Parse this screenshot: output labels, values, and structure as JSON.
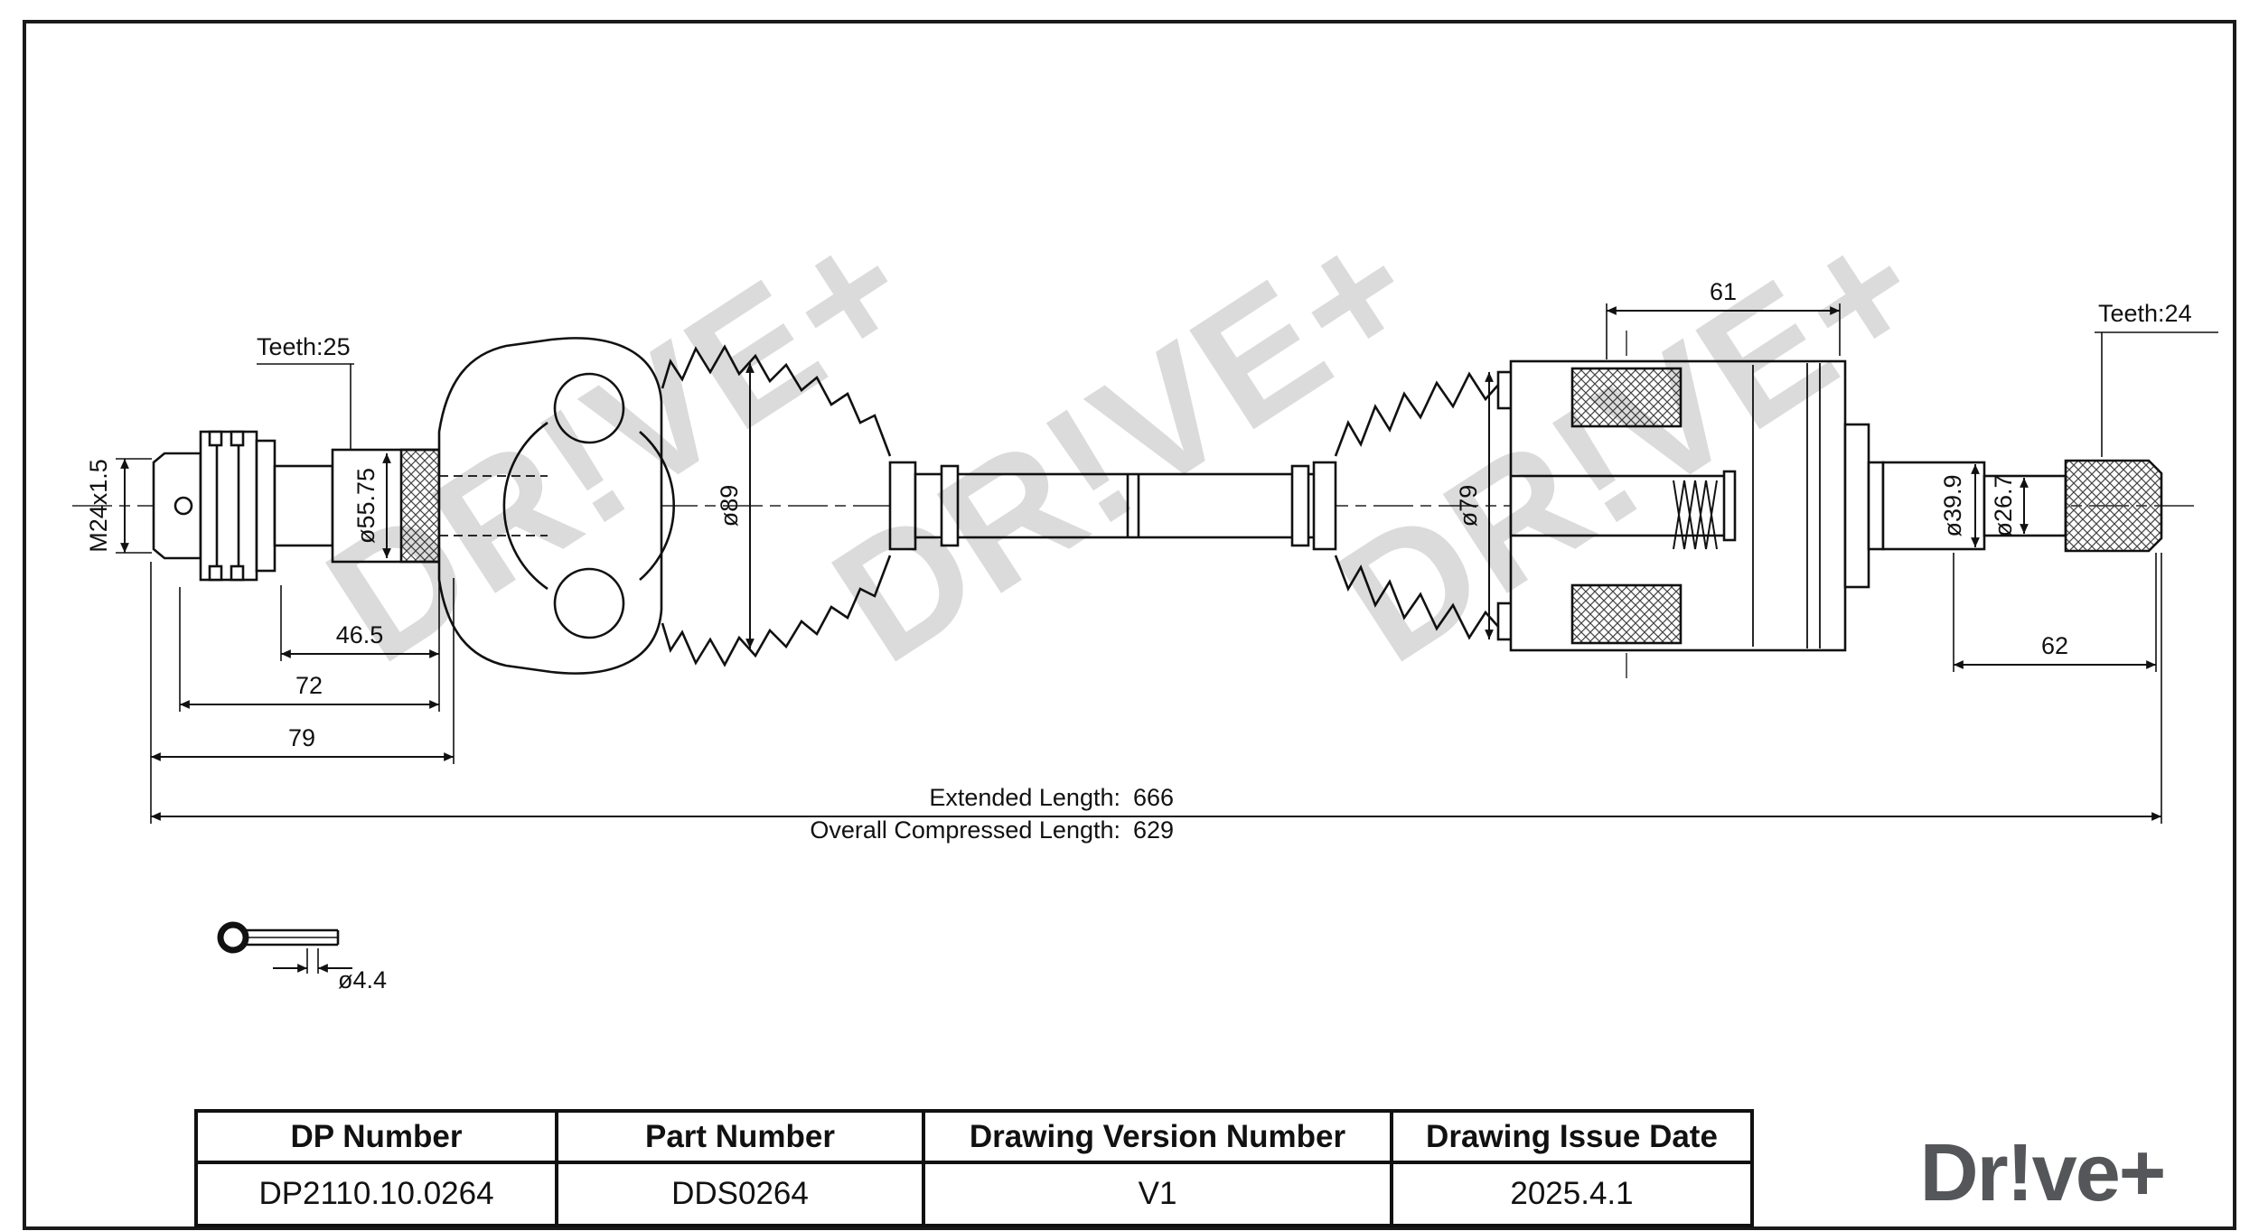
{
  "sheet": {
    "watermark": "DR!VE+"
  },
  "dimensions": {
    "teeth_left": "Teeth:25",
    "thread_spec": "M24x1.5",
    "dia_55_75": "ø55.75",
    "dia_89": "ø89",
    "len_46_5": "46.5",
    "len_72": "72",
    "len_79": "79",
    "len_61": "61",
    "dia_79": "ø79",
    "dia_39_9": "ø39.9",
    "dia_26_7": "ø26.7",
    "teeth_right": "Teeth:24",
    "len_62": "62",
    "extended_label": "Extended Length:",
    "extended_value": "666",
    "compressed_label": "Overall Compressed Length:",
    "compressed_value": "629",
    "pin_dia": "ø4.4"
  },
  "title_block": {
    "columns": [
      {
        "header": "DP Number",
        "value": "DP2110.10.0264"
      },
      {
        "header": "Part Number",
        "value": "DDS0264"
      },
      {
        "header": "Drawing Version Number",
        "value": "V1"
      },
      {
        "header": "Drawing Issue Date",
        "value": "2025.4.1"
      }
    ]
  },
  "brand": {
    "logo": "Dr!ve+"
  }
}
